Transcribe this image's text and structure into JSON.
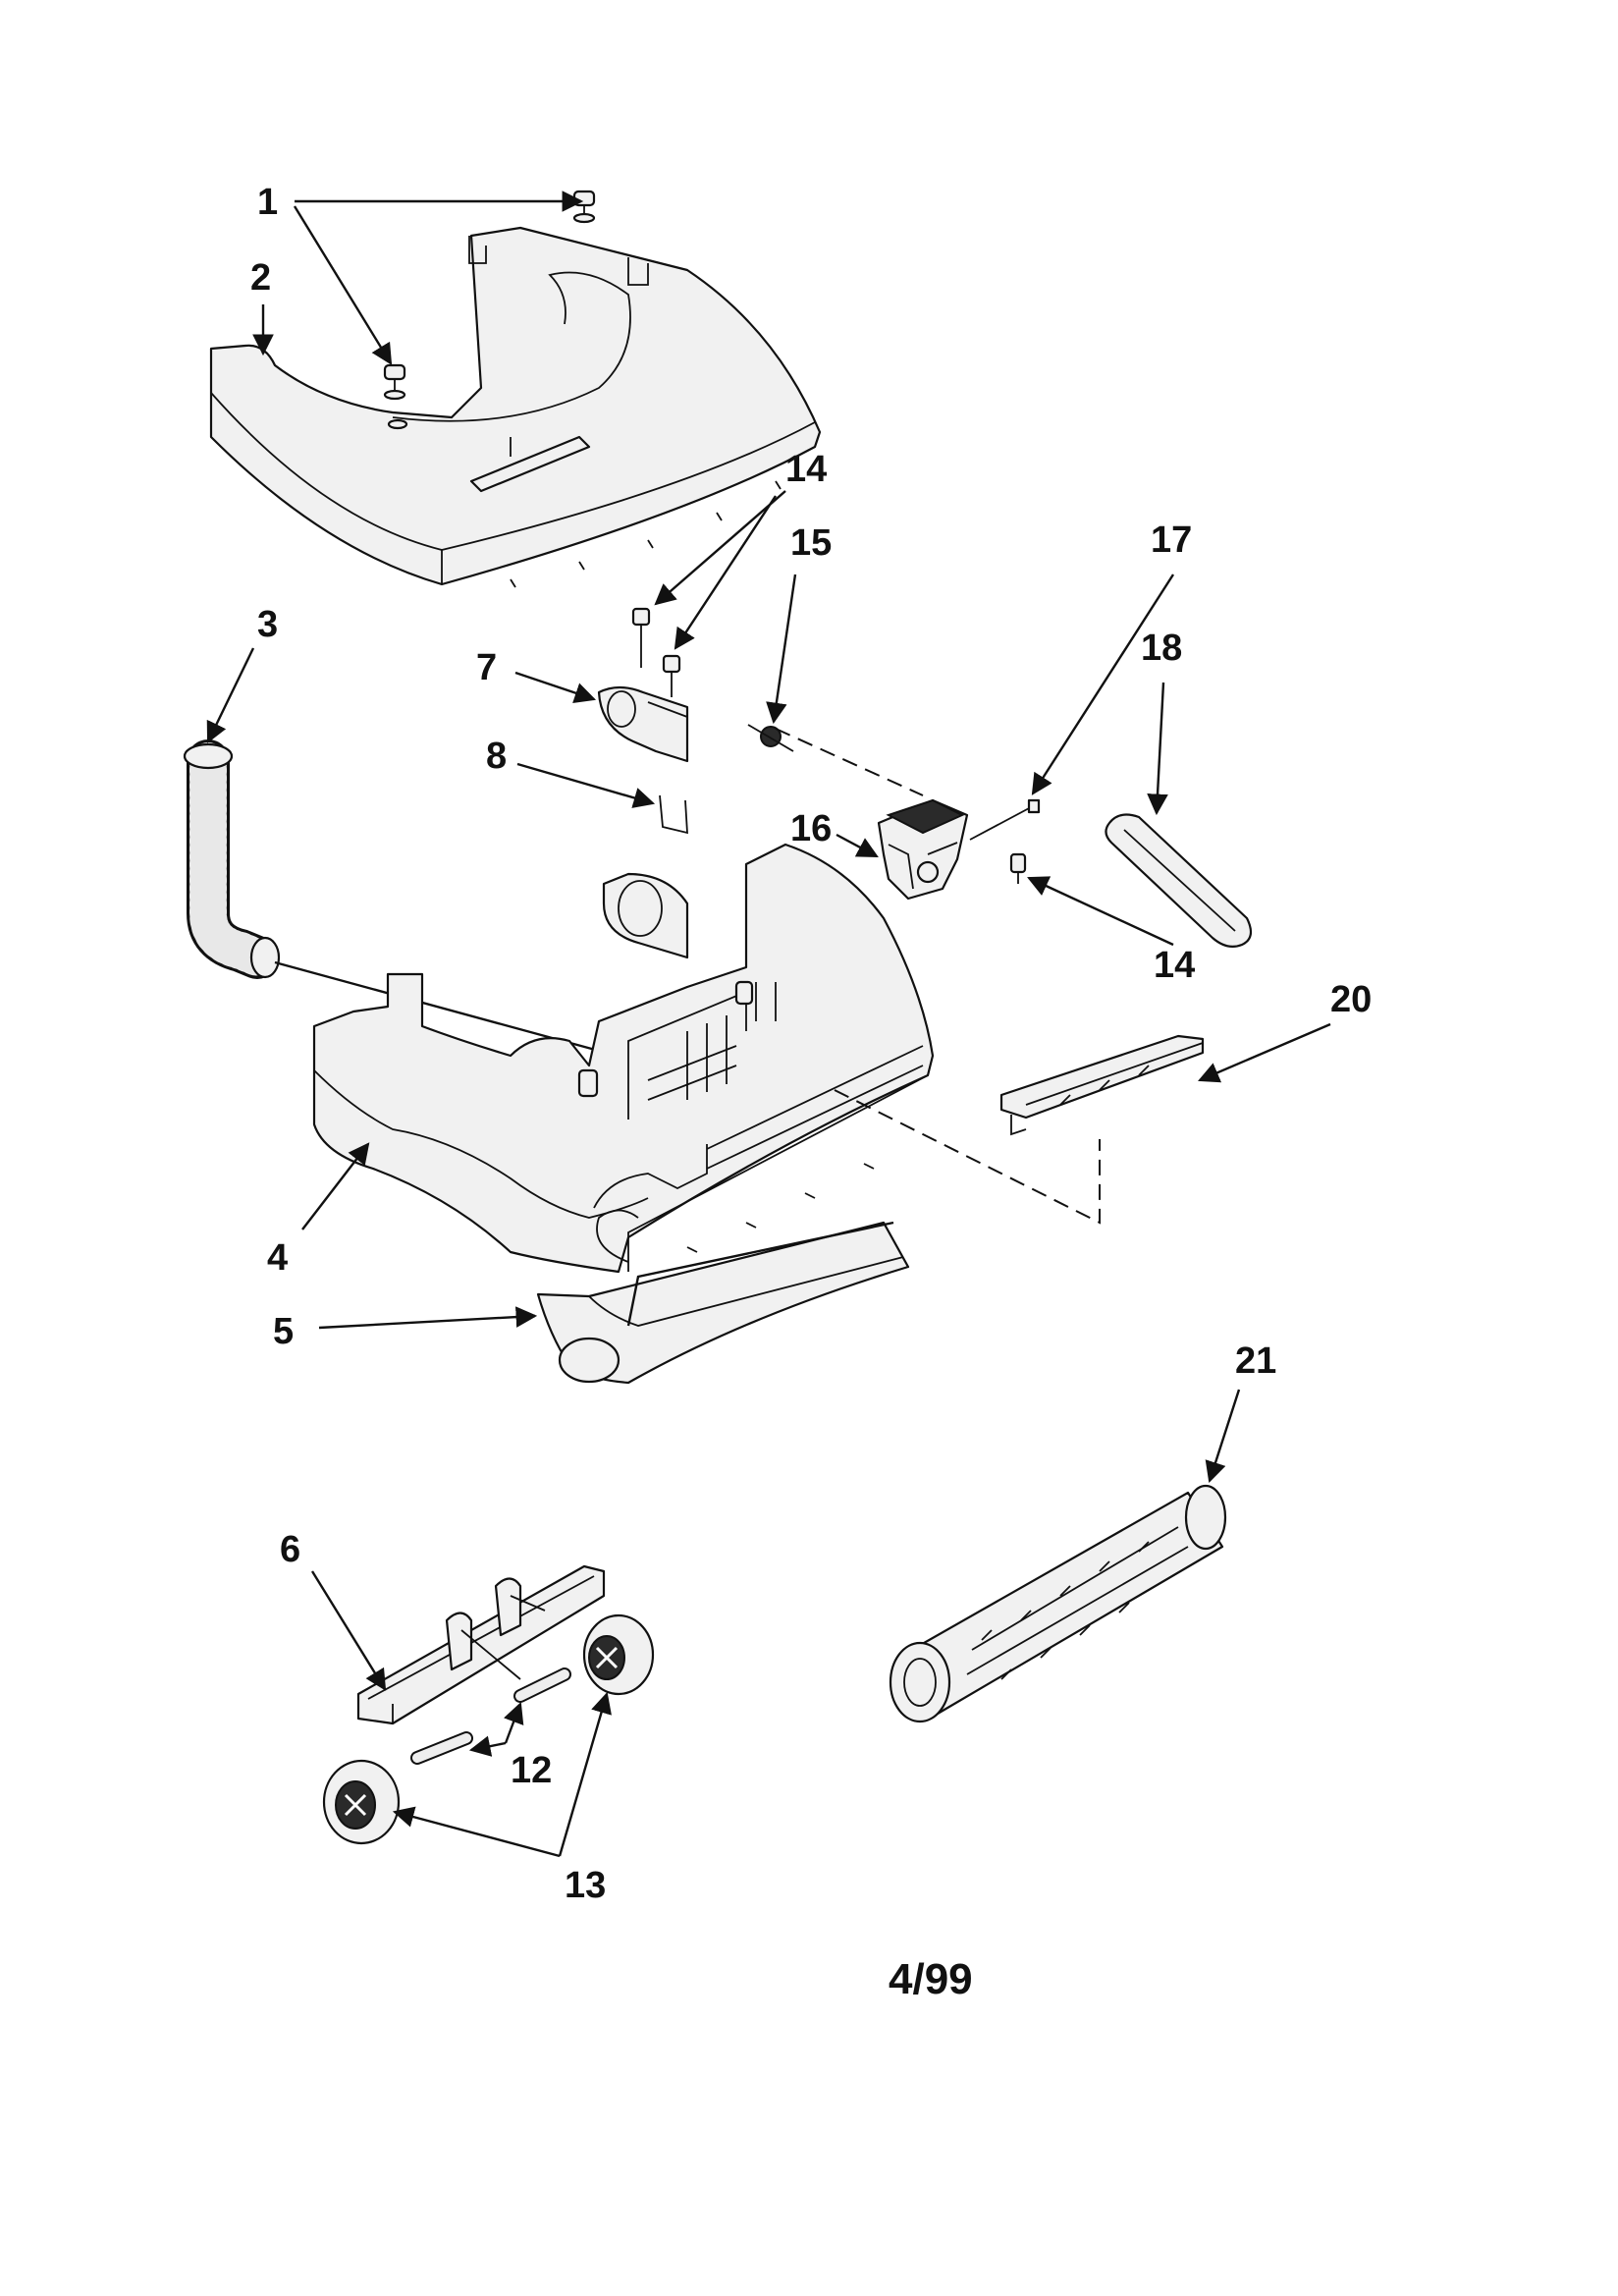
{
  "callouts": {
    "c1": "1",
    "c2": "2",
    "c3": "3",
    "c4": "4",
    "c5": "5",
    "c6": "6",
    "c7": "7",
    "c8": "8",
    "c12": "12",
    "c13": "13",
    "c14a": "14",
    "c14b": "14",
    "c15": "15",
    "c16": "16",
    "c17": "17",
    "c18": "18",
    "c20": "20",
    "c21": "21"
  },
  "footer": {
    "date": "4/99"
  }
}
